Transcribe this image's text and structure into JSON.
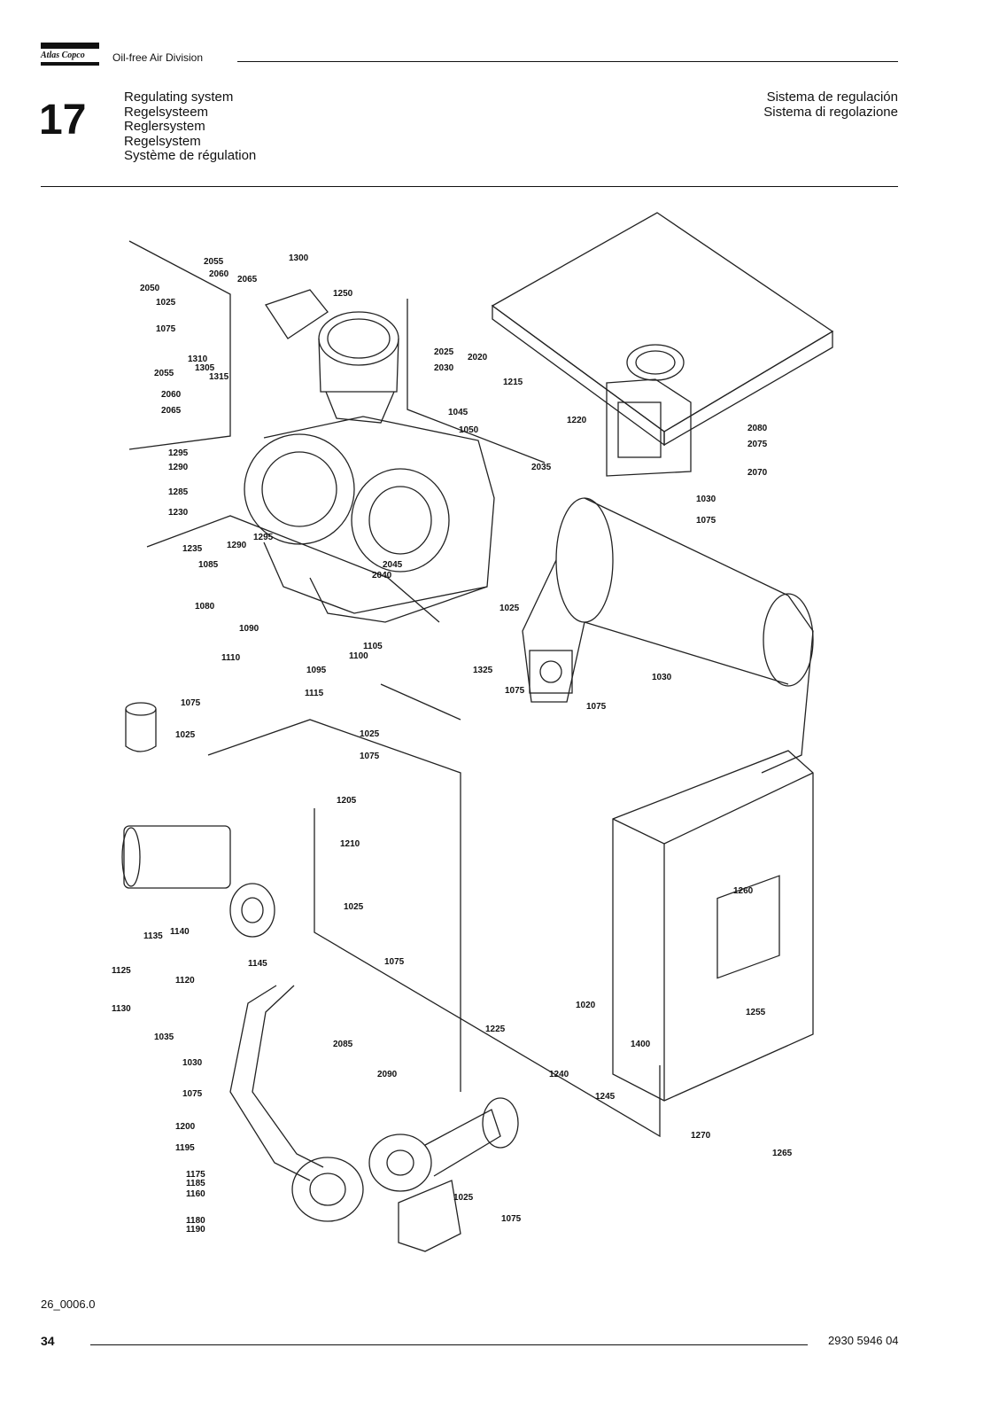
{
  "header": {
    "brand": "Atlas Copco",
    "division": "Oil-free Air Division",
    "chapter_number": "17",
    "titles_left": [
      "Regulating system",
      "Regelsysteem",
      "Reglersystem",
      "Regelsystem",
      "Système de régulation"
    ],
    "titles_right": [
      "Sistema de regulación",
      "Sistema di regolazione"
    ]
  },
  "diagram": {
    "part_numbers": [
      "2055",
      "2060",
      "2065",
      "1300",
      "2050",
      "1250",
      "1025",
      "1075",
      "1310",
      "1305",
      "1315",
      "2025",
      "2030",
      "2020",
      "1215",
      "1220",
      "2055",
      "2060",
      "2065",
      "1045",
      "1050",
      "2035",
      "2080",
      "2075",
      "2070",
      "1295",
      "1290",
      "1285",
      "1230",
      "1235",
      "1290",
      "1295",
      "1030",
      "1075",
      "1085",
      "2045",
      "2040",
      "1080",
      "1090",
      "1025",
      "1105",
      "1100",
      "1110",
      "1095",
      "1325",
      "1075",
      "1030",
      "1115",
      "1075",
      "1075",
      "1025",
      "1025",
      "1075",
      "1205",
      "1210",
      "1260",
      "1025",
      "1135",
      "1140",
      "1145",
      "1075",
      "1125",
      "1120",
      "1130",
      "1020",
      "1255",
      "1225",
      "1035",
      "2085",
      "1400",
      "1030",
      "2090",
      "1240",
      "1245",
      "1075",
      "1270",
      "1265",
      "1200",
      "1195",
      "1175",
      "1185",
      "1160",
      "1025",
      "1075",
      "1180",
      "1190"
    ]
  },
  "footer": {
    "drawing_ref": "26_0006.0",
    "page_number": "34",
    "doc_number": "2930  5946 04"
  }
}
